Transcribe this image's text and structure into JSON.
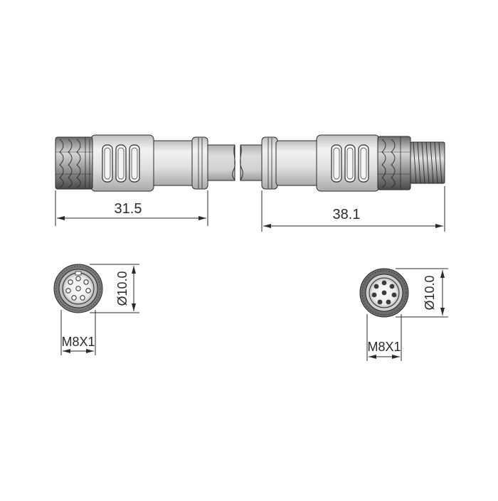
{
  "side_view": {
    "female_length": "31.5",
    "male_length": "38.1"
  },
  "front_view_female": {
    "diameter": "Ø10.0",
    "thread": "M8X1"
  },
  "front_view_male": {
    "diameter": "Ø10.0",
    "thread": "M8X1"
  },
  "colors": {
    "line": "#2a2a2a",
    "body_light": "#e6e6e6",
    "body_mid": "#cfcfcf",
    "body_dark": "#8a8a8a",
    "nut_dark": "#555555"
  }
}
